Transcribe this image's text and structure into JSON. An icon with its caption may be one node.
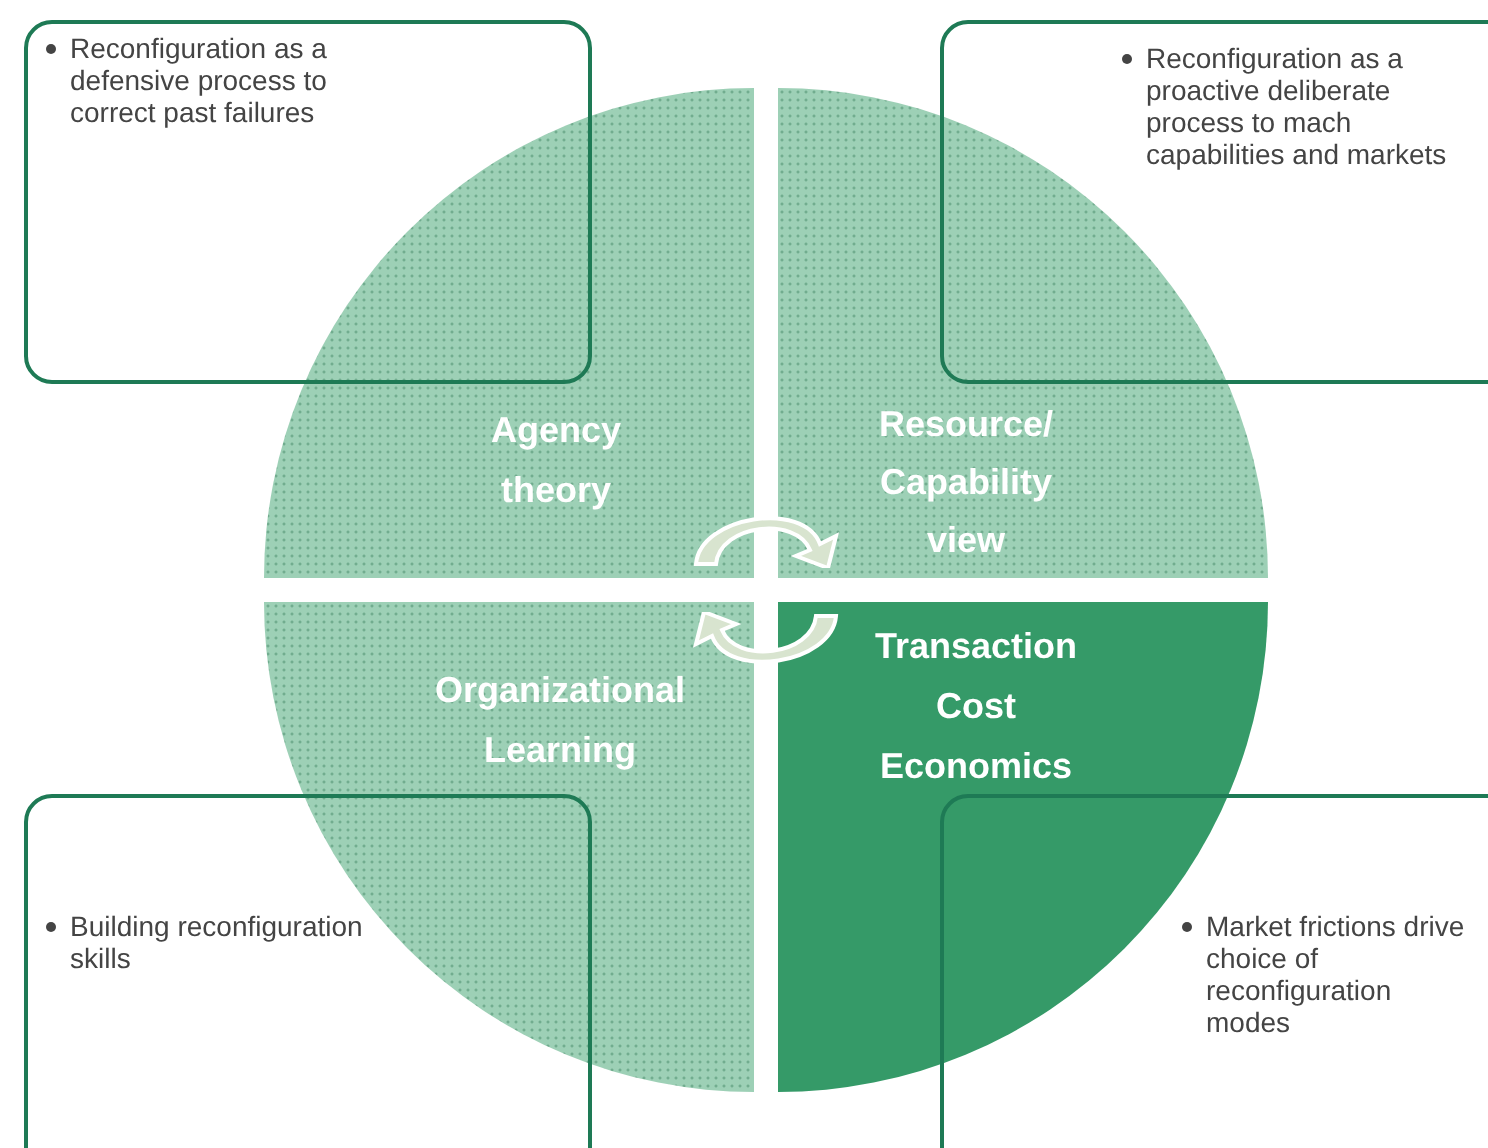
{
  "diagram": {
    "nodes": [
      {
        "text": [
          "Reconfiguration as a defensive process to correct past failures"
        ]
      },
      {
        "text": [
          "Reconfiguration as a proactive deliberate process to mach capabilities and markets"
        ]
      },
      {
        "text": [
          "Agency theory"
        ]
      },
      {
        "text": [
          "Resource/ Capability view"
        ]
      },
      {
        "text": [
          "Organizational Learning"
        ]
      },
      {
        "text": [
          "Transaction Cost Economics"
        ]
      },
      {
        "text": [
          "Building reconfiguration skills"
        ]
      },
      {
        "text": [
          "Market frictions drive choice of reconfiguration modes"
        ]
      }
    ]
  }
}
